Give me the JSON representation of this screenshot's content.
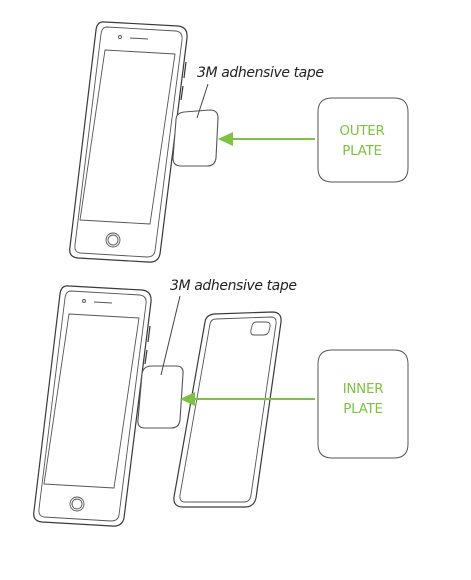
{
  "top_panel": {
    "tape_label": "3M adhensive tape",
    "callout_line1": "OUTER",
    "callout_line2": "PLATE"
  },
  "bottom_panel": {
    "tape_label": "3M adhensive tape",
    "callout_line1": "INNER",
    "callout_line2": "PLATE"
  },
  "colors": {
    "accent": "#7dc242",
    "outline": "#3a3a3a"
  },
  "icons": [
    "phone-front-icon",
    "phone-back-case-icon",
    "plate-icon",
    "arrow-icon"
  ]
}
